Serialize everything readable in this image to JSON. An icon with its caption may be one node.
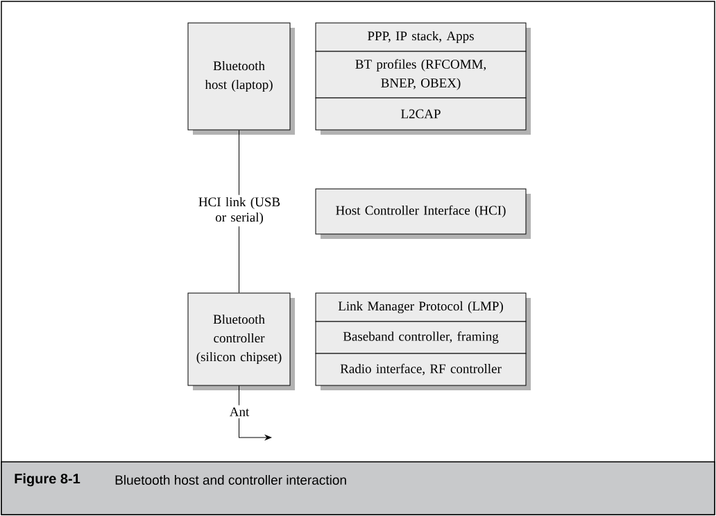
{
  "diagram": {
    "caption": "Bluetooth host and controller interaction",
    "nodes": [
      {
        "text": [
          "Bluetooth host (laptop)"
        ]
      },
      {
        "text": [
          "PPP, IP stack, Apps"
        ]
      },
      {
        "text": [
          "BT profiles (RFCOMM, BNEP, OBEX)"
        ]
      },
      {
        "text": [
          "L2CAP"
        ]
      },
      {
        "text": [
          "Host Controller Interface (HCI)"
        ]
      },
      {
        "text": [
          "Bluetooth controller (silicon chipset)"
        ]
      },
      {
        "text": [
          "Link Manager Protocol (LMP)"
        ]
      },
      {
        "text": [
          "Baseband controller, framing"
        ]
      },
      {
        "text": [
          "Radio interface, RF controller"
        ]
      }
    ],
    "edges": [
      {
        "from": 0,
        "to": 5,
        "arrow": "none",
        "label": "HCI link (USB or serial)"
      },
      {
        "from": 5,
        "to": null,
        "arrow": "to",
        "label": "Ant"
      }
    ],
    "labels": [
      "Figure 8-1"
    ]
  }
}
